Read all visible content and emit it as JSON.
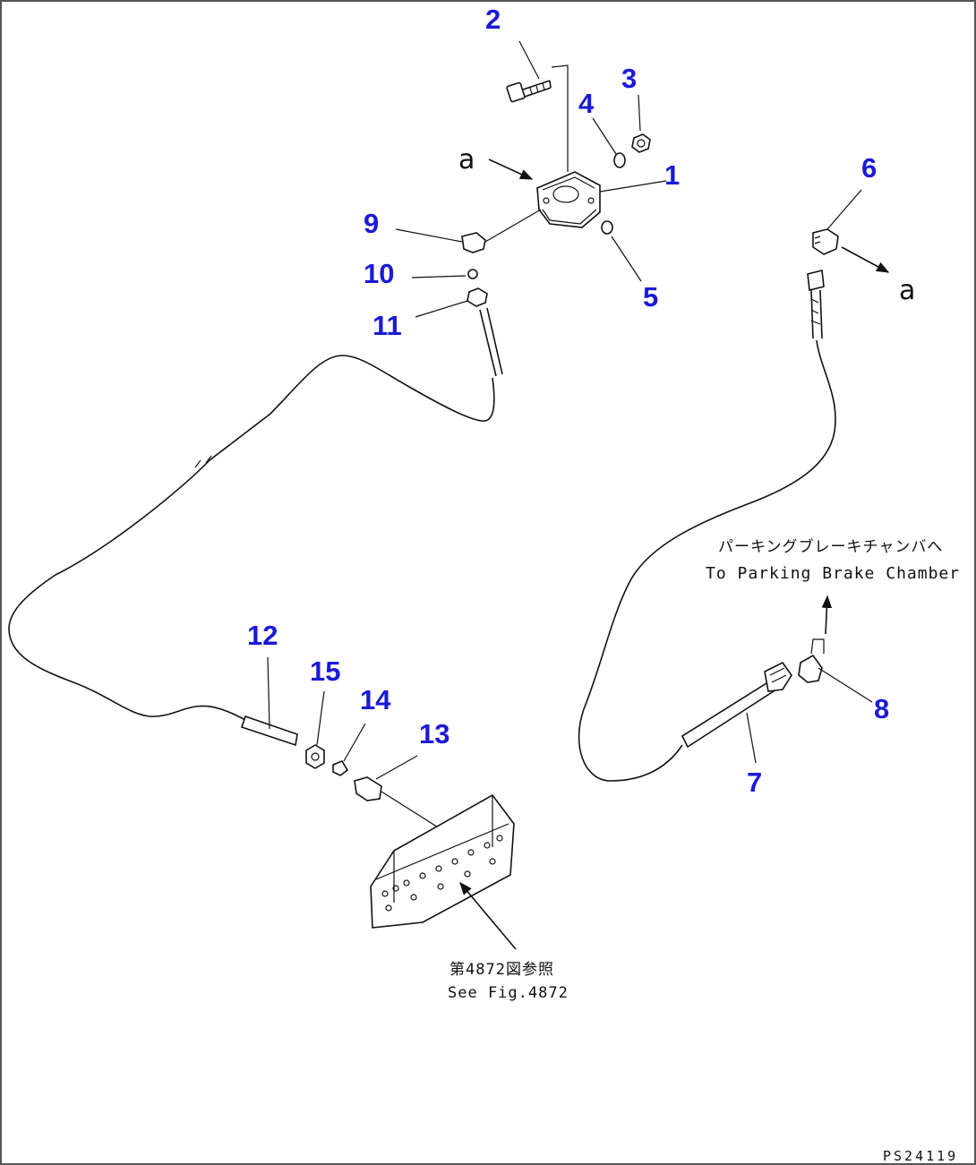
{
  "callouts": {
    "c1": "1",
    "c2": "2",
    "c3": "3",
    "c4": "4",
    "c5": "5",
    "c6": "6",
    "c7": "7",
    "c8": "8",
    "c9": "9",
    "c10": "10",
    "c11": "11",
    "c12": "12",
    "c13": "13",
    "c14": "14",
    "c15": "15"
  },
  "view_marks": {
    "a_top": "a",
    "a_right": "a"
  },
  "notes": {
    "parking_jp": "パーキングブレーキチャンバへ",
    "parking_en": "To Parking Brake Chamber",
    "fig_jp": "第4872図参照",
    "fig_en": "See Fig.4872"
  },
  "figure_code": "PS24119",
  "colors": {
    "callout": "#1a1ad6",
    "line": "#111111"
  }
}
